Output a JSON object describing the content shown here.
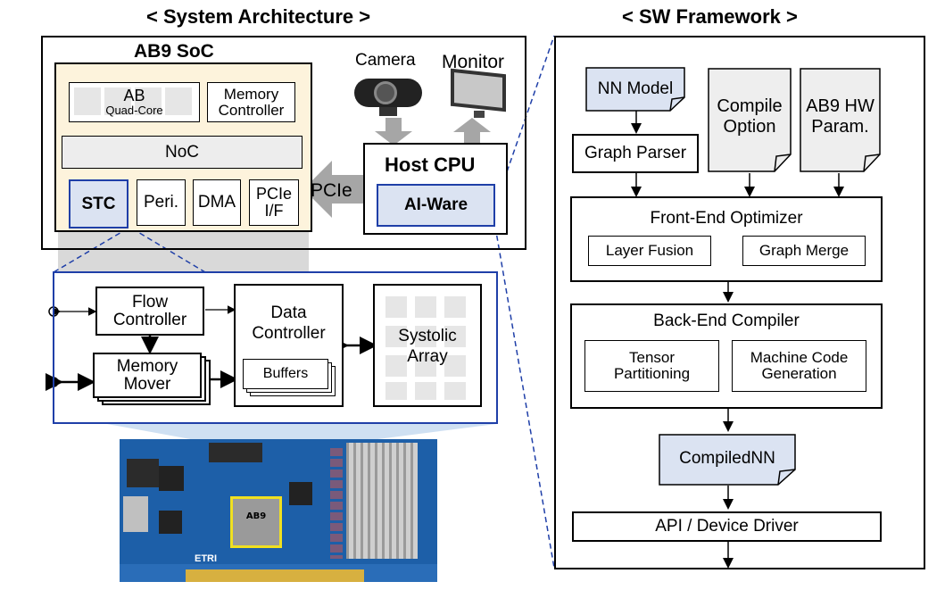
{
  "titles": {
    "system_architecture": "< System Architecture >",
    "sw_framework": "< SW Framework >"
  },
  "soc": {
    "title": "AB9 SoC",
    "cpu_main": "AB",
    "cpu_sub": "Quad-Core",
    "memory_controller": [
      "Memory",
      "Controller"
    ],
    "noc": "NoC",
    "stc": "STC",
    "peri": "Peri.",
    "dma": "DMA",
    "pcie_if": [
      "PCIe",
      "I/F"
    ]
  },
  "host": {
    "camera": "Camera",
    "monitor": "Monitor",
    "pcie": "PCIe",
    "host_cpu": "Host CPU",
    "ai_ware": "AI-Ware"
  },
  "stc_detail": {
    "flow_controller": [
      "Flow",
      "Controller"
    ],
    "memory_mover": [
      "Memory",
      "Mover"
    ],
    "data_controller": [
      "Data",
      "Controller"
    ],
    "buffers": "Buffers",
    "systolic_array": [
      "Systolic",
      "Array"
    ]
  },
  "board": {
    "chip_label": "AB9",
    "brand": "ETRI"
  },
  "sw": {
    "nn_model": "NN Model",
    "compile_option": [
      "Compile",
      "Option"
    ],
    "hw_param": [
      "AB9 HW",
      "Param."
    ],
    "graph_parser": "Graph Parser",
    "front_end": "Front-End Optimizer",
    "layer_fusion": "Layer Fusion",
    "graph_merge": "Graph Merge",
    "back_end": "Back-End Compiler",
    "tensor_partitioning": [
      "Tensor",
      "Partitioning"
    ],
    "machine_code": [
      "Machine Code",
      "Generation"
    ],
    "compiled_nn": "CompiledNN",
    "api_driver": "API / Device Driver"
  },
  "colors": {
    "accent_blue": "#1f3fa8",
    "doc_blue": "#dbe3f2",
    "soc_fill": "#fdf3dc",
    "gray_fill": "#e6e6e6",
    "board_blue": "#1d5fa8"
  }
}
